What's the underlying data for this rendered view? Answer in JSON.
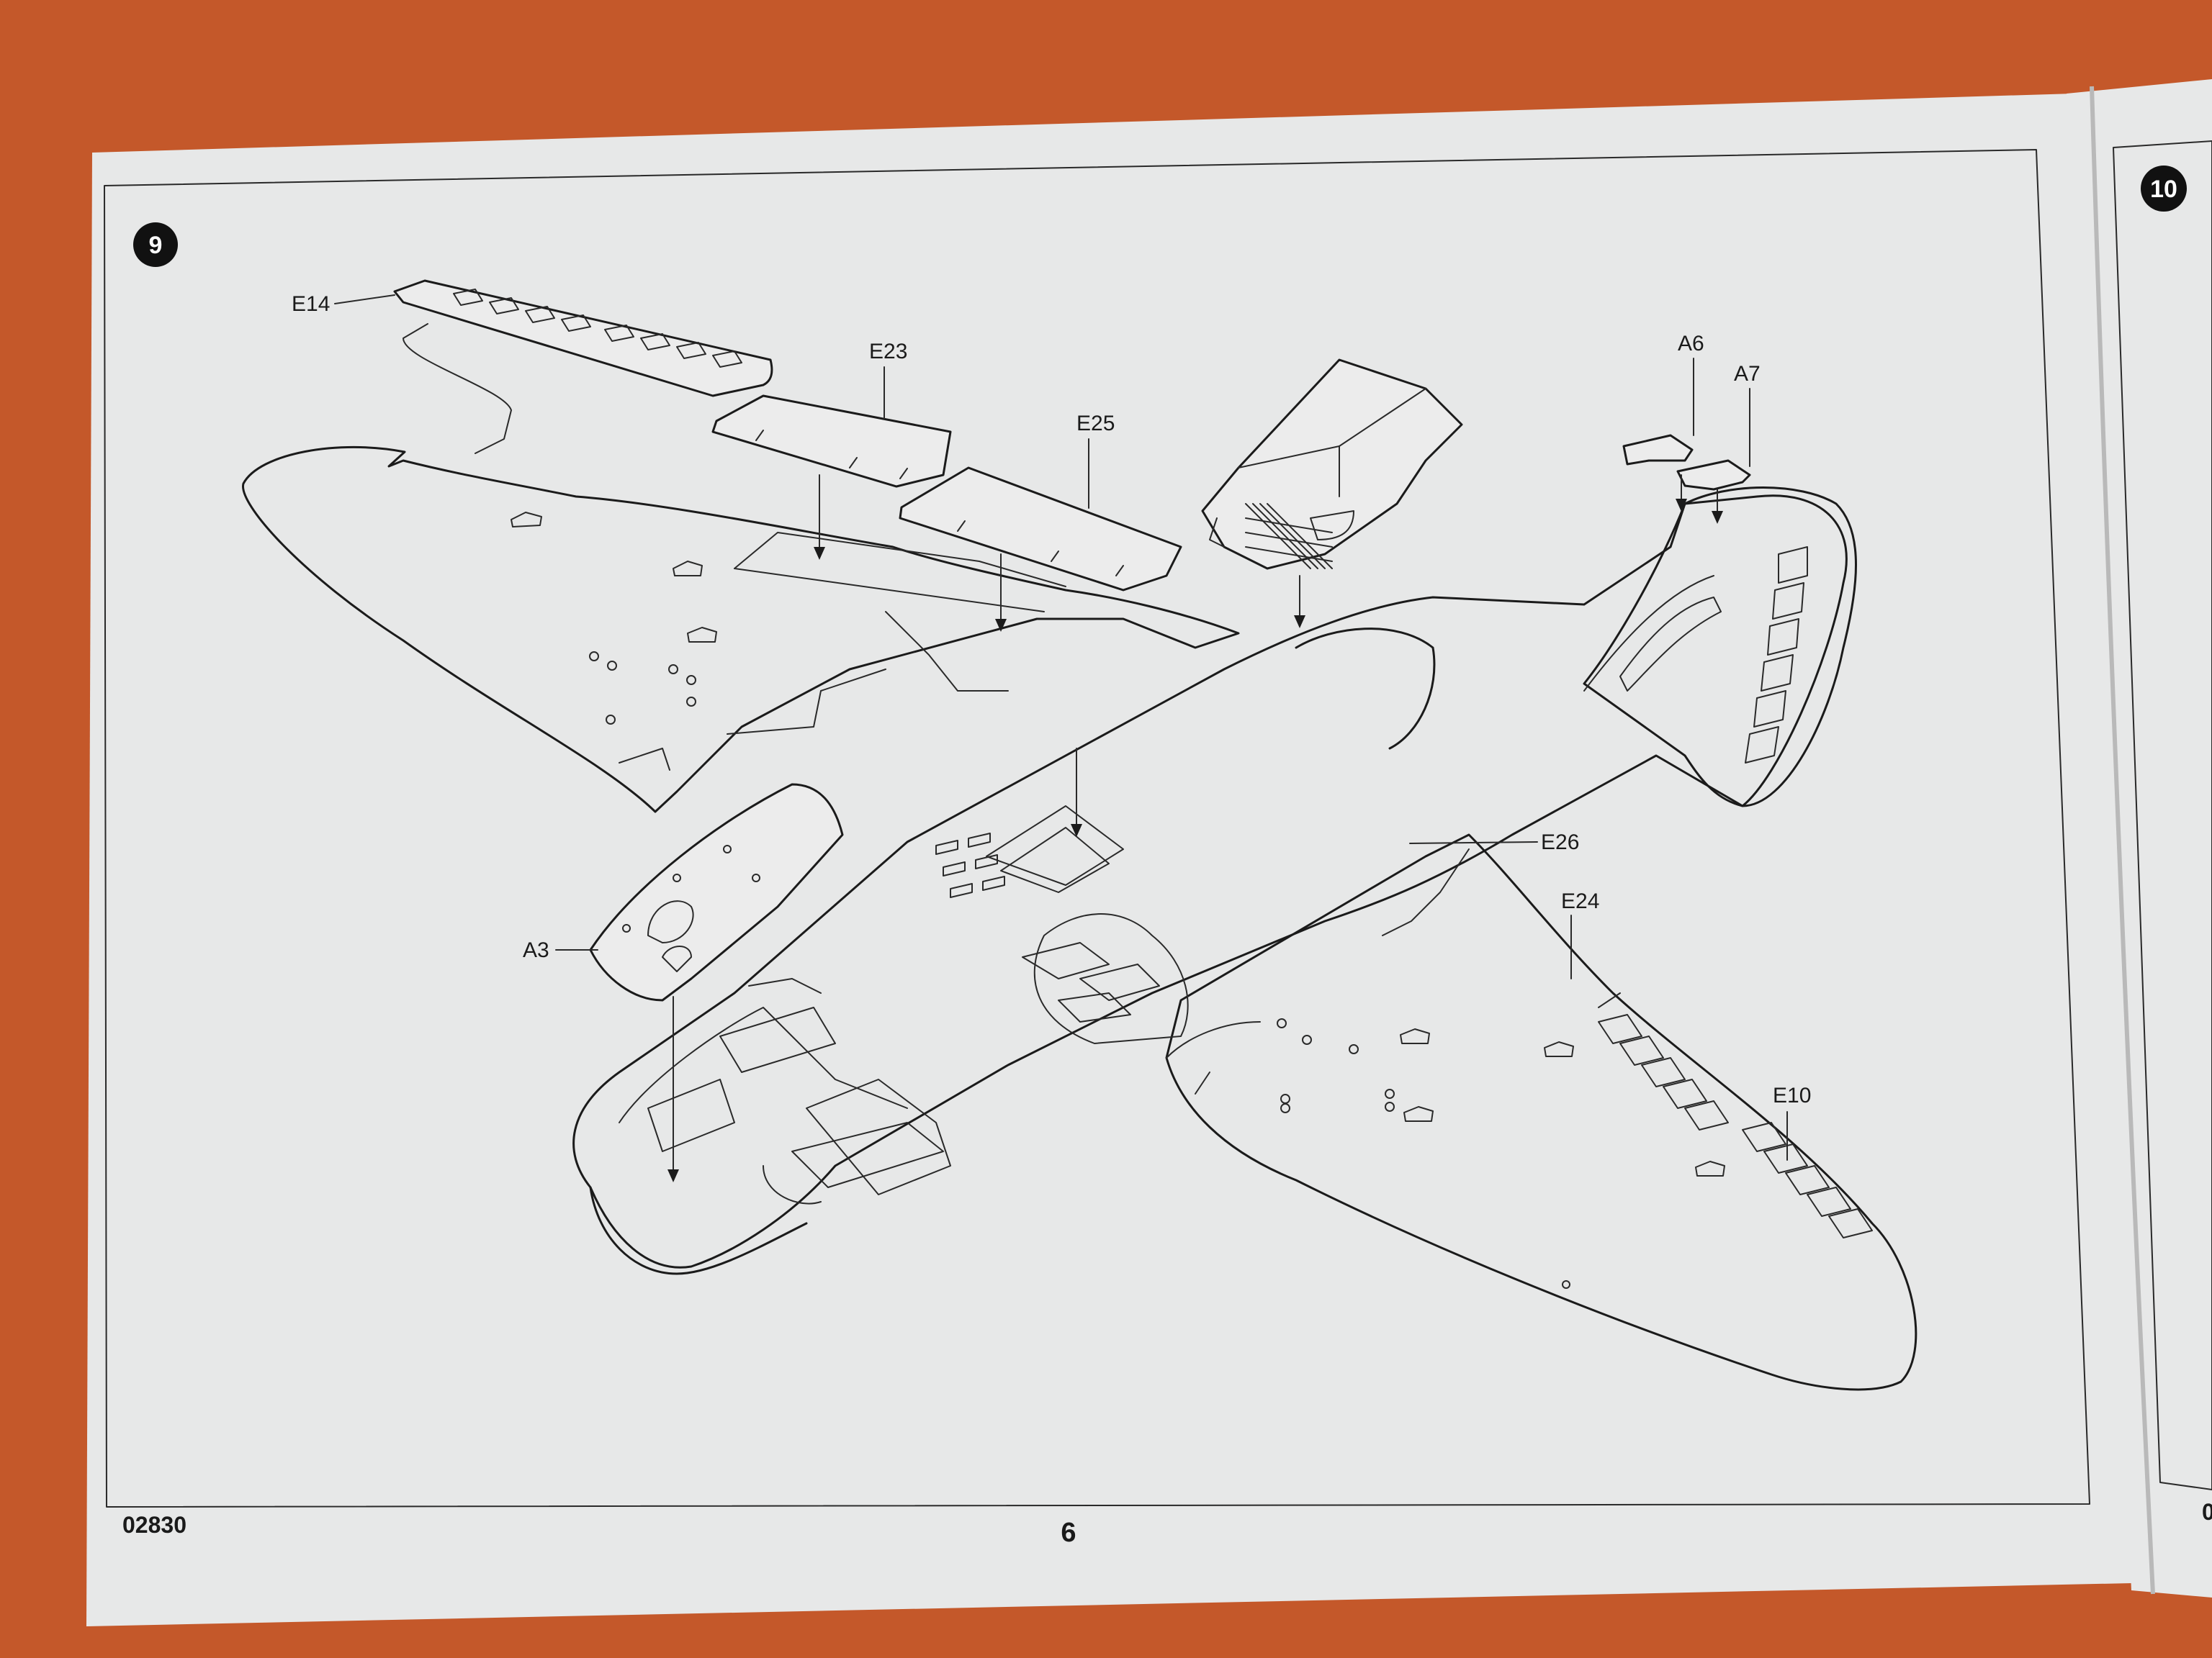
{
  "page": {
    "step_left": "9",
    "step_right": "10",
    "kit_code": "02830",
    "page_number": "6",
    "right_page_code_fragment": "0"
  },
  "callouts": [
    {
      "id": "E14",
      "label": "E14"
    },
    {
      "id": "E23",
      "label": "E23"
    },
    {
      "id": "E25",
      "label": "E25"
    },
    {
      "id": "A6",
      "label": "A6"
    },
    {
      "id": "A7",
      "label": "A7"
    },
    {
      "id": "A3",
      "label": "A3"
    },
    {
      "id": "E26",
      "label": "E26"
    },
    {
      "id": "E24",
      "label": "E24"
    },
    {
      "id": "E10",
      "label": "E10"
    }
  ],
  "colors": {
    "background": "#c4582a",
    "paper": "#e7e8e8",
    "ink": "#1b1b1b"
  }
}
